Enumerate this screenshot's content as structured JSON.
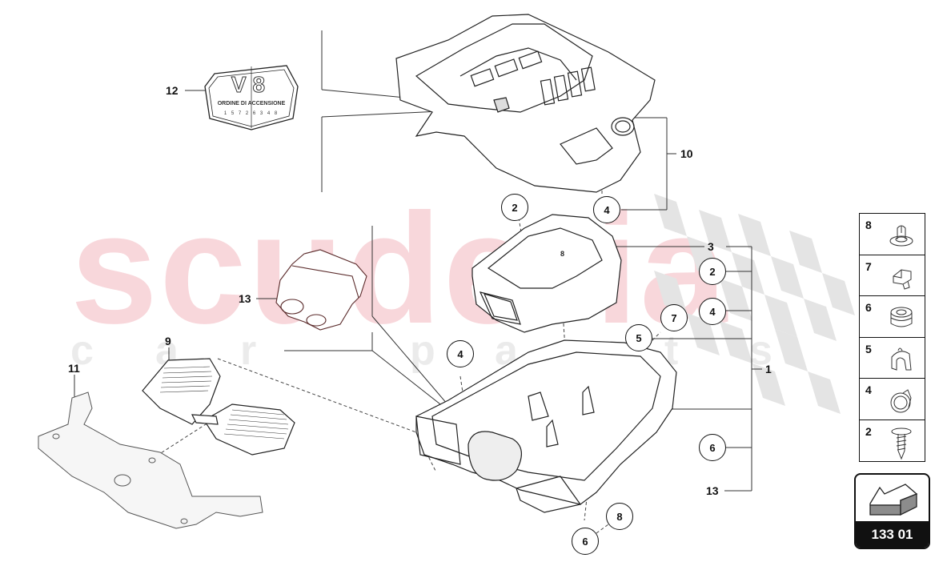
{
  "diagram": {
    "type": "exploded parts diagram",
    "subject": "Engine cover / air filter housing assembly (V8)",
    "watermark": {
      "primary": "scuderia",
      "secondary": [
        "c",
        "a",
        "r",
        "p",
        "a",
        "r",
        "t",
        "s"
      ],
      "primary_color": "#f8d7db",
      "secondary_color": "#ebebeb"
    },
    "badge": {
      "title": "V8",
      "subtitle": "ORDINE DI ACCENSIONE",
      "firing_order": "1 5 7 2 6 3 4 8"
    },
    "callouts": {
      "c12": "12",
      "c10": "10",
      "c13a": "13",
      "c9": "9",
      "c11": "11",
      "c3": "3",
      "c1": "1",
      "c13b": "13"
    },
    "circled": {
      "c4_top": "4",
      "c2_top": "2",
      "c2_right": "2",
      "c4_right": "4",
      "c7": "7",
      "c5": "5",
      "c4_left": "4",
      "c6_right": "6",
      "c8_bottom": "8",
      "c6_bottom": "6"
    },
    "inline_labels": {
      "cover_8": "8"
    },
    "legend": [
      {
        "num": "8",
        "part": "push-rivet-clip"
      },
      {
        "num": "7",
        "part": "hose-clip"
      },
      {
        "num": "6",
        "part": "grommet"
      },
      {
        "num": "5",
        "part": "retaining-clip"
      },
      {
        "num": "4",
        "part": "expanding-nut"
      },
      {
        "num": "2",
        "part": "self-tapping-screw"
      }
    ],
    "reference": {
      "label": "133 01",
      "icon": "arrow-left-3d-icon"
    }
  }
}
